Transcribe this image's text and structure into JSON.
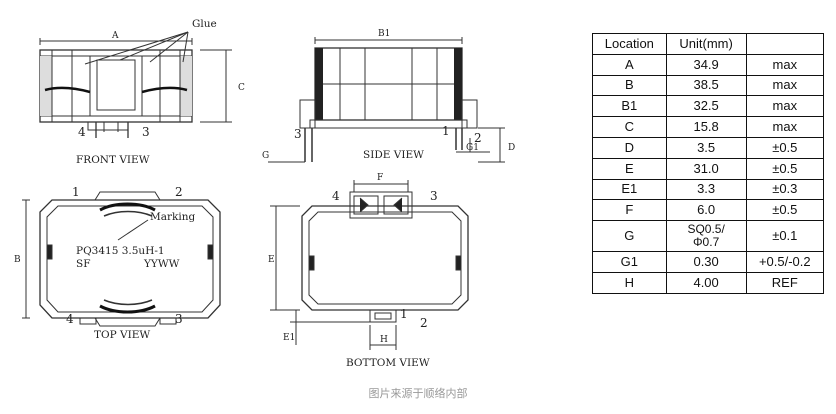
{
  "views": {
    "front": "FRONT VIEW",
    "side": "SIDE VIEW",
    "top": "TOP VIEW",
    "bottom": "BOTTOM VIEW"
  },
  "callouts": {
    "glue": "Glue",
    "marking": "Marking"
  },
  "marking_text": {
    "line1": "PQ3415 3.5uH-1",
    "sf": "SF",
    "date_code": "YYWW"
  },
  "dimension_labels": {
    "A": "A",
    "B": "B",
    "B1": "B1",
    "C": "C",
    "D": "D",
    "E": "E",
    "E1": "E1",
    "F": "F",
    "G": "G",
    "G1": "G1",
    "H": "H"
  },
  "pin_numbers": {
    "p1": "1",
    "p2": "2",
    "p3": "3",
    "p4": "4"
  },
  "table": {
    "headers": [
      "Location",
      "Unit(mm)",
      ""
    ],
    "rows": [
      {
        "loc": "A",
        "val": "34.9",
        "tol": "max"
      },
      {
        "loc": "B",
        "val": "38.5",
        "tol": "max"
      },
      {
        "loc": "B1",
        "val": "32.5",
        "tol": "max"
      },
      {
        "loc": "C",
        "val": "15.8",
        "tol": "max"
      },
      {
        "loc": "D",
        "val": "3.5",
        "tol": "±0.5"
      },
      {
        "loc": "E",
        "val": "31.0",
        "tol": "±0.5"
      },
      {
        "loc": "E1",
        "val": "3.3",
        "tol": "±0.3"
      },
      {
        "loc": "F",
        "val": "6.0",
        "tol": "±0.5"
      },
      {
        "loc": "G",
        "val_line1": "SQ0.5/",
        "val_line2": "Φ0.7",
        "tol": "±0.1"
      },
      {
        "loc": "G1",
        "val": "0.30",
        "tol": "+0.5/-0.2"
      },
      {
        "loc": "H",
        "val": "4.00",
        "tol": "REF"
      }
    ]
  },
  "caption": "图片来源于顺络内部"
}
